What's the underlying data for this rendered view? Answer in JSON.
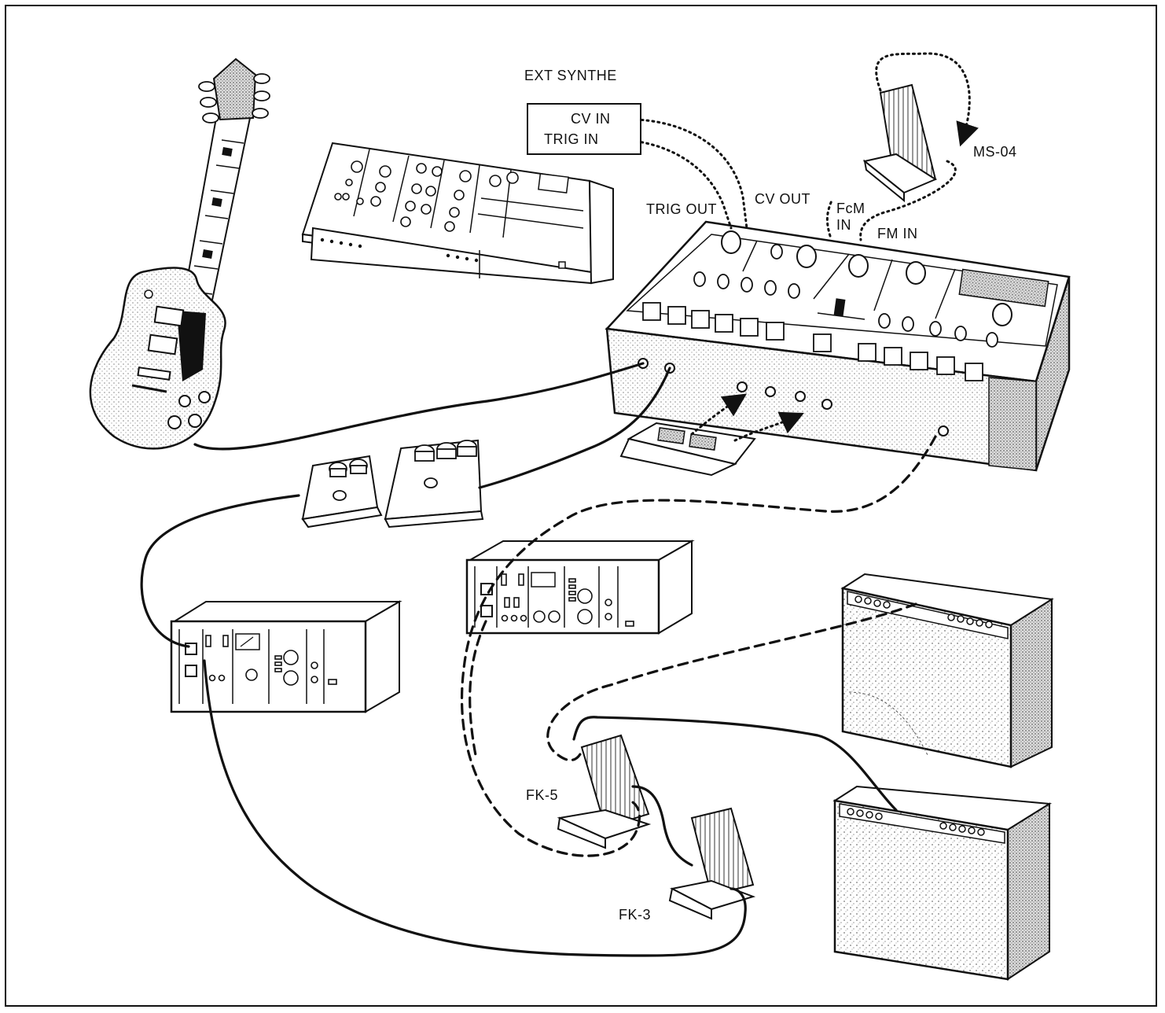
{
  "diagram": {
    "labels": {
      "ext_synthe": "EXT  SYNTHE",
      "cv_in": "CV IN",
      "trig_in": "TRIG IN",
      "trig_out": "TRIG OUT",
      "cv_out": "CV OUT",
      "fcm_in": "FcM\nIN",
      "fm_in": "FM IN",
      "ms04": "MS-04",
      "fk5": "FK-5",
      "fk3": "FK-3"
    },
    "colors": {
      "ink": "#111111",
      "paper": "#ffffff",
      "stipple": "#9a9a9a"
    },
    "devices": [
      {
        "name": "electric-guitar",
        "icon": "guitar-icon"
      },
      {
        "name": "external-synthesizer",
        "icon": "synth-icon"
      },
      {
        "name": "guitar-synthesizer",
        "icon": "synth-icon"
      },
      {
        "name": "effect-pedal-small",
        "icon": "pedal-icon"
      },
      {
        "name": "effect-pedal-large",
        "icon": "pedal-icon"
      },
      {
        "name": "footswitch",
        "icon": "footswitch-icon"
      },
      {
        "name": "rack-unit-left",
        "icon": "rack-icon"
      },
      {
        "name": "rack-unit-center",
        "icon": "rack-icon"
      },
      {
        "name": "amplifier-top",
        "icon": "amplifier-icon"
      },
      {
        "name": "amplifier-bottom",
        "icon": "amplifier-icon"
      },
      {
        "name": "volume-pedal-ms04",
        "icon": "expression-pedal-icon"
      },
      {
        "name": "volume-pedal-fk5",
        "icon": "expression-pedal-icon"
      },
      {
        "name": "volume-pedal-fk3",
        "icon": "expression-pedal-icon"
      }
    ]
  }
}
